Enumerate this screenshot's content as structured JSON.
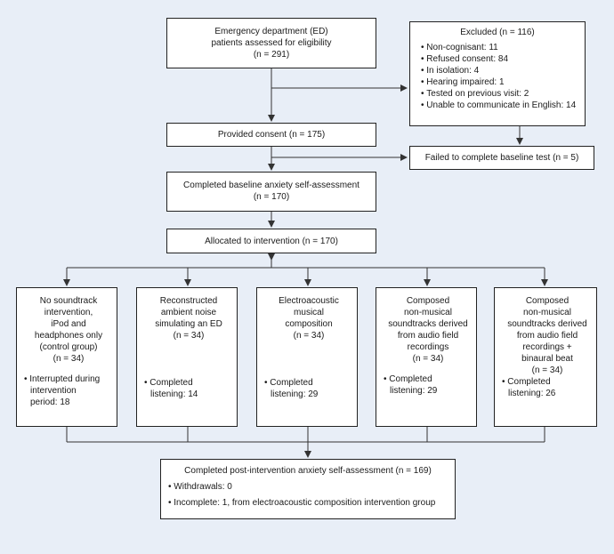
{
  "nodes": {
    "assessed": {
      "lines": [
        "Emergency department (ED)",
        "patients assessed for eligibility"
      ],
      "n": "(n = 291)"
    },
    "excluded": {
      "title": "Excluded (n = 116)",
      "items": [
        "Non-cognisant: 11",
        "Refused consent: 84",
        "In isolation: 4",
        "Hearing impaired: 1",
        "Tested on previous visit: 2",
        "Unable to communicate in English: 14"
      ]
    },
    "consent": {
      "text": "Provided consent (n = 175)"
    },
    "failed": {
      "text": "Failed to complete baseline test (n = 5)"
    },
    "baseline": {
      "line1": "Completed baseline anxiety self-assessment",
      "n": "(n = 170)"
    },
    "allocated": {
      "text": "Allocated to intervention (n = 170)"
    },
    "groups": [
      {
        "lines": [
          "No soundtrack",
          "intervention,",
          "iPod and",
          "headphones only",
          "(control group)",
          "(n = 34)"
        ],
        "items": [
          "Interrupted during",
          "intervention",
          "period: 18"
        ]
      },
      {
        "lines": [
          "Reconstructed",
          "ambient noise",
          "simulating an ED",
          "(n = 34)"
        ],
        "items": [
          "Completed",
          "listening: 14"
        ]
      },
      {
        "lines": [
          "Electroacoustic",
          "musical",
          "composition",
          "(n = 34)"
        ],
        "items": [
          "Completed",
          "listening: 29"
        ]
      },
      {
        "lines": [
          "Composed",
          "non-musical",
          "soundtracks derived",
          "from audio field",
          "recordings",
          "(n = 34)"
        ],
        "items": [
          "Completed",
          "listening: 29"
        ]
      },
      {
        "lines": [
          "Composed",
          "non-musical",
          "soundtracks derived",
          "from audio field",
          "recordings +",
          "binaural beat",
          "(n = 34)"
        ],
        "items": [
          "Completed",
          "listening: 26"
        ]
      }
    ],
    "post": {
      "title": "Completed post-intervention anxiety self-assessment (n = 169)",
      "items": [
        "Withdrawals: 0",
        "Incomplete: 1, from electroacoustic composition intervention group"
      ]
    }
  }
}
